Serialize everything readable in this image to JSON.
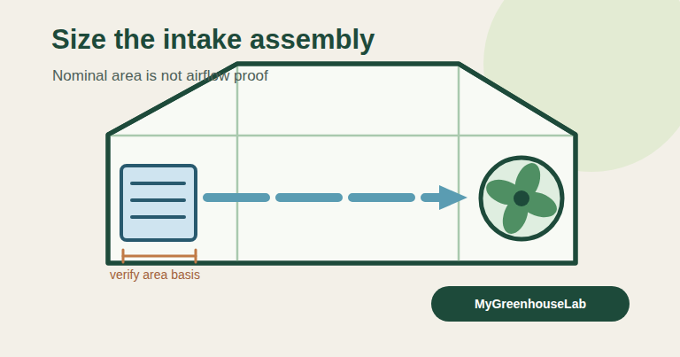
{
  "diagram": {
    "title": "Size the intake assembly",
    "nodes": [
      {
        "text": [
          "MyGreenhouseLab"
        ]
      }
    ],
    "labels": [
      "Nominal area is not airflow proof",
      "verify area basis"
    ]
  }
}
